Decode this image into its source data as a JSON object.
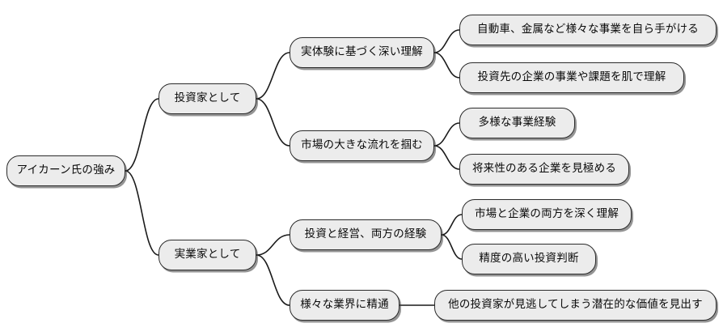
{
  "diagram": {
    "type": "mind-map",
    "orientation": "left-to-right",
    "background_color": "#FFFFFF",
    "node_fill_color": "#ECECEC",
    "node_border_color": "#2B2B2B",
    "edge_color": "#1A1A1A",
    "text_color": "#0A0A0A",
    "root": {
      "label": "アイカーン氏の強み"
    },
    "branches": [
      {
        "label": "投資家として",
        "children": [
          {
            "label": "実体験に基づく深い理解",
            "children": [
              {
                "label": "自動車、金属など様々な事業を自ら手がける"
              },
              {
                "label": "投資先の企業の事業や課題を肌で理解"
              }
            ]
          },
          {
            "label": "市場の大きな流れを掴む",
            "children": [
              {
                "label": "多様な事業経験"
              },
              {
                "label": "将来性のある企業を見極める"
              }
            ]
          }
        ]
      },
      {
        "label": "実業家として",
        "children": [
          {
            "label": "投資と経営、両方の経験",
            "children": [
              {
                "label": "市場と企業の両方を深く理解"
              },
              {
                "label": "精度の高い投資判断"
              }
            ]
          },
          {
            "label": "様々な業界に精通",
            "children": [
              {
                "label": "他の投資家が見逃してしまう潜在的な価値を見出す"
              }
            ]
          }
        ]
      }
    ]
  }
}
